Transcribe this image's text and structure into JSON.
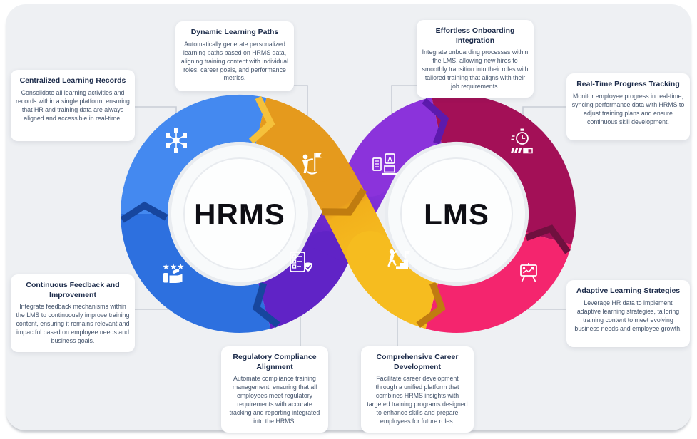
{
  "diagram": {
    "left_label": "HRMS",
    "right_label": "LMS"
  },
  "cards": {
    "centralized": {
      "title": "Centralized Learning Records",
      "body": "Consolidate all learning activities and records within a single platform, ensuring that HR and training data are always aligned and accessible in real-time."
    },
    "dynamic": {
      "title": "Dynamic Learning Paths",
      "body": "Automatically generate personalized learning paths based on HRMS data, aligning training content with individual roles, career goals, and performance metrics."
    },
    "onboarding": {
      "title": "Effortless Onboarding Integration",
      "body": "Integrate onboarding processes within the LMS, allowing new hires to smoothly transition into their roles with tailored training that aligns with their job requirements."
    },
    "progress": {
      "title": "Real-Time Progress Tracking",
      "body": "Monitor employee progress in real-time, syncing performance data with HRMS to adjust training plans and ensure continuous skill development."
    },
    "feedback": {
      "title": "Continuous Feedback and Improvement",
      "body": "Integrate feedback mechanisms within the LMS to continuously improve training content, ensuring it remains relevant and impactful based on employee needs and business goals."
    },
    "adaptive": {
      "title": "Adaptive Learning Strategies",
      "body": "Leverage HR data to implement adaptive learning strategies, tailoring training content to meet evolving business needs and employee growth."
    },
    "compliance": {
      "title": "Regulatory Compliance Alignment",
      "body": "Automate compliance training management, ensuring that all employees meet regulatory requirements with accurate tracking and reporting integrated into the HRMS."
    },
    "career": {
      "title": "Comprehensive Career Development",
      "body": "Facilitate career development through a unified platform that combines HRMS insights with targeted training programs designed to enhance skills and prepare employees for future roles."
    }
  },
  "icons": {
    "stars": "★★★",
    "card_letter": "A",
    "names": [
      "network-hub-icon",
      "goal-person-flag-icon",
      "feedback-stars-thumb-icon",
      "compliance-checklist-shield-icon",
      "onboarding-learning-icon",
      "stopwatch-progress-icon",
      "career-stairs-icon",
      "presentation-chart-icon"
    ]
  },
  "colors": {
    "panel_bg": "#eef0f3",
    "blue_top": "#4489F0",
    "blue_bottom": "#2D70DF",
    "blue_chevron": "#17469E",
    "orange": "#E59A1D",
    "yellow": "#F6BC1F",
    "orange_chevron_light": "#F5C13B",
    "orange_chevron_dark": "#C07C10",
    "purple_bright": "#8B33DB",
    "purple_deep": "#6023C6",
    "purple_chevron": "#5C1AAD",
    "maroon": "#A31057",
    "pink": "#F4256E",
    "maroon_chevron": "#70103F",
    "card_title_text": "#1c2b4a",
    "card_body_text": "#43536b",
    "connector": "#c9ced6"
  }
}
